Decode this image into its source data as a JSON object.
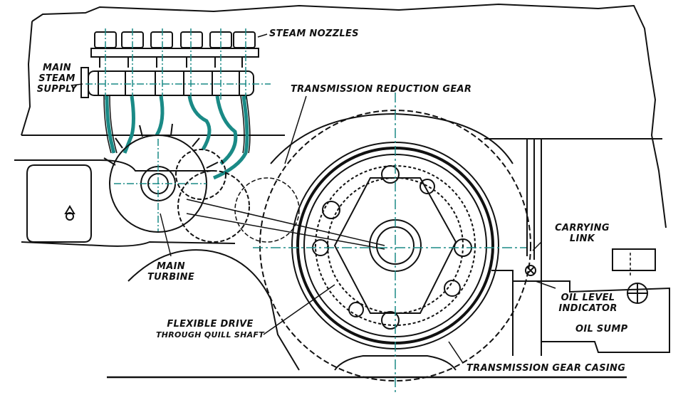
{
  "labels": {
    "steam_nozzles": "STEAM NOZZLES",
    "main_steam_supply_1": "MAIN",
    "main_steam_supply_2": "STEAM",
    "main_steam_supply_3": "SUPPLY",
    "transmission_reduction_gear": "TRANSMISSION REDUCTION GEAR",
    "carrying_link_1": "CARRYING",
    "carrying_link_2": "LINK",
    "main_turbine_1": "MAIN",
    "main_turbine_2": "TURBINE",
    "oil_level_indicator_1": "OIL LEVEL",
    "oil_level_indicator_2": "INDICATOR",
    "oil_sump": "OIL SUMP",
    "flexible_drive_1": "FLEXIBLE DRIVE",
    "flexible_drive_2": "THROUGH QUILL SHAFT",
    "transmission_gear_casing": "TRANSMISSION GEAR CASING"
  },
  "colors": {
    "ink": "#111111",
    "centerline": "#1a8a86",
    "steam_pipe": "#1a8a86"
  }
}
